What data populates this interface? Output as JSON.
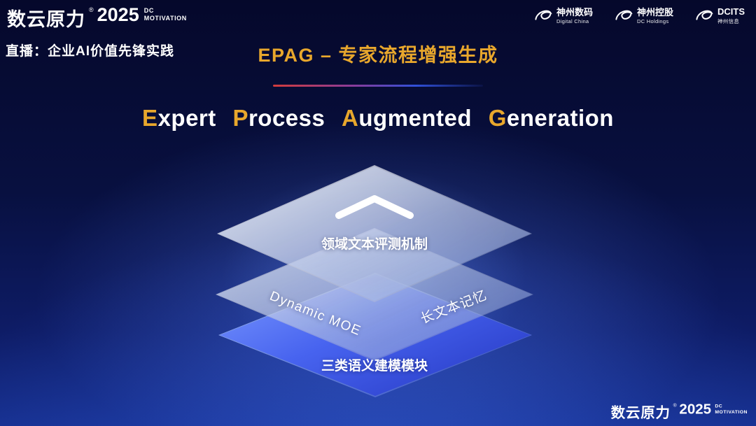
{
  "brand_logo": {
    "brand": "数云原力",
    "reg": "®",
    "year": "2025",
    "dc": "DC",
    "motivation": "MOTIVATION"
  },
  "live_banner": "直播：企业AI价值先锋实践",
  "title": "EPAG – 专家流程增强生成",
  "subtitle": {
    "words": [
      {
        "initial": "E",
        "rest": "xpert"
      },
      {
        "initial": "P",
        "rest": "rocess"
      },
      {
        "initial": "A",
        "rest": "ugmented"
      },
      {
        "initial": "G",
        "rest": "eneration"
      }
    ]
  },
  "partners": [
    {
      "name": "神州数码",
      "sub": "Digital China"
    },
    {
      "name": "神州控股",
      "sub": "DC Holdings"
    },
    {
      "name": "DCITS",
      "sub": "神州信息"
    }
  ],
  "stack": {
    "top_label": "领域文本评测机制",
    "middle_left_label": "Dynamic MOE",
    "middle_right_label": "长文本记忆",
    "bottom_label": "三类语义建模模块"
  },
  "colors": {
    "accent_gold": "#E8A72C",
    "divider_red": "#D23C3C",
    "divider_blue": "#3050D8",
    "bottom_layer_blue": "#4763EF",
    "background_navy": "#081040"
  }
}
